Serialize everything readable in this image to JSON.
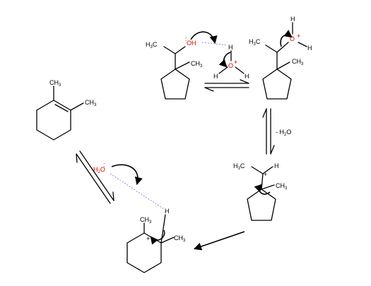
{
  "labels": {
    "ch3": "CH",
    "sub3": "3",
    "h3c": "H",
    "h3c_tail": "C",
    "oh": "OH",
    "o": "O",
    "h": "H",
    "h2o_h": "H",
    "h2o_sub": "2",
    "h2o_o": "O",
    "minus_h2o_prefix": "- H",
    "minus_h2o_sub": "2",
    "minus_h2o_suffix": "O",
    "plus": "+",
    "plus_charge": "+",
    "lone_pair": ":"
  },
  "colors": {
    "oxygen": "#e00000",
    "hbond": "#8a8ae0",
    "ink": "#000000"
  }
}
